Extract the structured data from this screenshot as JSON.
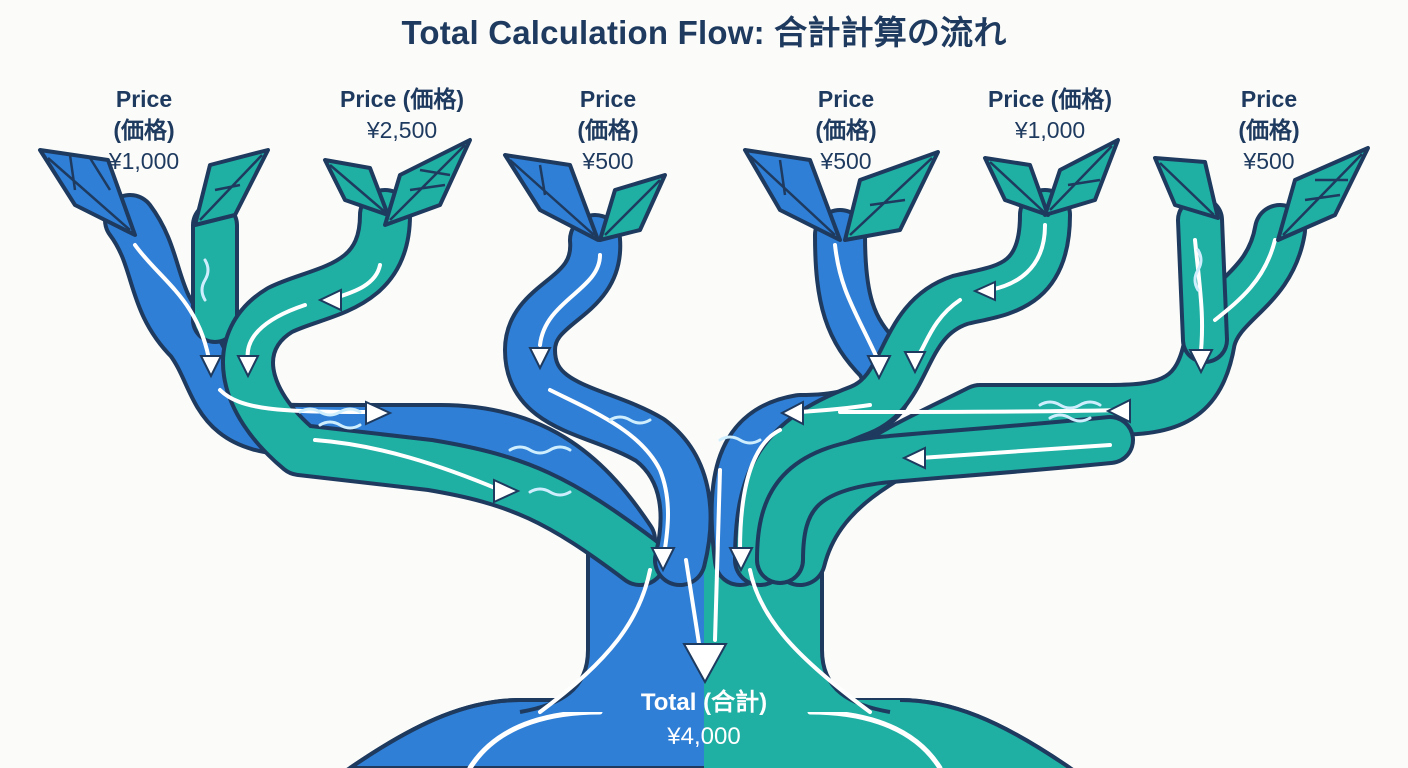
{
  "title": "Total Calculation Flow: 合計計算の流れ",
  "colors": {
    "blue": "#2f7fd6",
    "teal": "#1fb0a3",
    "outline": "#1e3a5f",
    "arrow": "#ffffff",
    "background": "#fbfbf9"
  },
  "leaves": [
    {
      "name_line1": "Price",
      "name_line2": "(価格)",
      "value": "¥1,000",
      "color": "blue"
    },
    {
      "name_line1": "Price (価格)",
      "name_line2": "",
      "value": "¥2,500",
      "color": "teal"
    },
    {
      "name_line1": "Price",
      "name_line2": "(価格)",
      "value": "¥500",
      "color": "blue"
    },
    {
      "name_line1": "Price",
      "name_line2": "(価格)",
      "value": "¥500",
      "color": "blue"
    },
    {
      "name_line1": "Price (価格)",
      "name_line2": "",
      "value": "¥1,000",
      "color": "teal"
    },
    {
      "name_line1": "Price",
      "name_line2": "(価格)",
      "value": "¥500",
      "color": "teal"
    }
  ],
  "total": {
    "name": "Total (合計)",
    "value": "¥4,000"
  }
}
